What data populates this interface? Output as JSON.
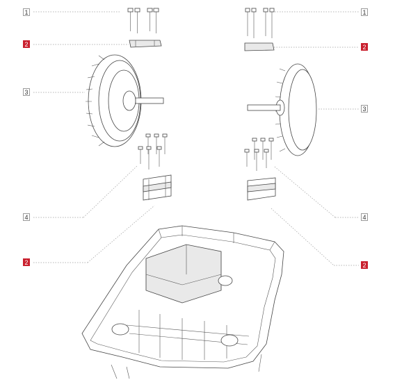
{
  "callouts": [
    {
      "id": "c1",
      "label": "1",
      "highlighted": false
    },
    {
      "id": "c2",
      "label": "2",
      "highlighted": true
    },
    {
      "id": "c3",
      "label": "3",
      "highlighted": false
    },
    {
      "id": "c4",
      "label": "4",
      "highlighted": false
    },
    {
      "id": "c5",
      "label": "2",
      "highlighted": true
    },
    {
      "id": "c6",
      "label": "1",
      "highlighted": false
    },
    {
      "id": "c7",
      "label": "2",
      "highlighted": true
    },
    {
      "id": "c8",
      "label": "3",
      "highlighted": false
    },
    {
      "id": "c9",
      "label": "4",
      "highlighted": false
    },
    {
      "id": "c10",
      "label": "2",
      "highlighted": true
    }
  ],
  "colors": {
    "highlight": "#c9202e",
    "line": "#444444",
    "leader": "#9c9c9c"
  }
}
